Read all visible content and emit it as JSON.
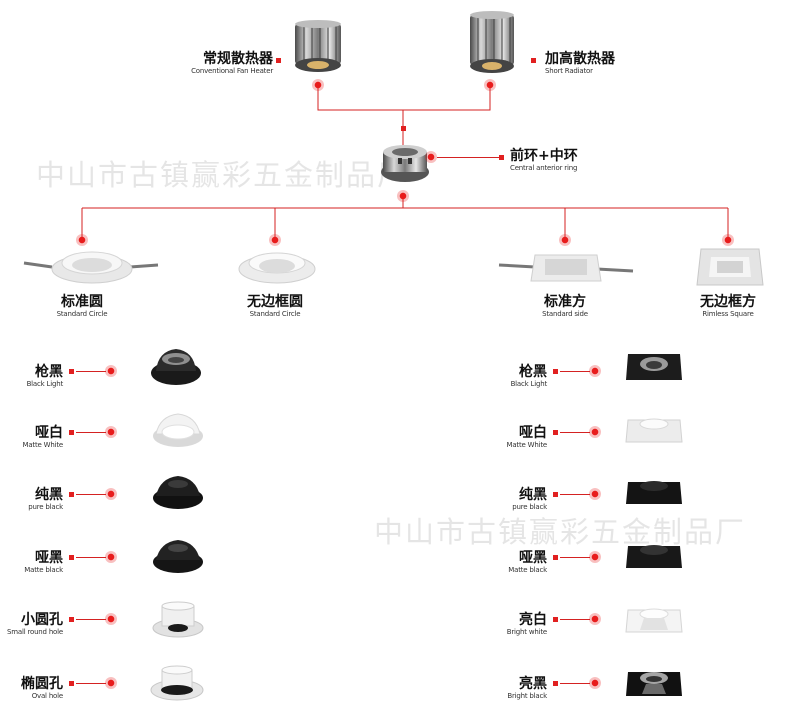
{
  "watermark": "中山市古镇赢彩五金制品厂",
  "colors": {
    "accent": "#e12020",
    "line": "#d42222",
    "text": "#111111"
  },
  "heatsinks": [
    {
      "cn": "常规散热器",
      "en": "Conventional Fan Heater"
    },
    {
      "cn": "加高散热器",
      "en": "Short Radiator"
    }
  ],
  "ring": {
    "cn": "前环+中环",
    "en": "Central anterior ring"
  },
  "trims": [
    {
      "cn": "标准圆",
      "en": "Standard Circle"
    },
    {
      "cn": "无边框圆",
      "en": "Standard Circle"
    },
    {
      "cn": "标准方",
      "en": "Standard side"
    },
    {
      "cn": "无边框方",
      "en": "Rimless Square"
    }
  ],
  "round_finishes": [
    {
      "cn": "枪黑",
      "en": "Black Light"
    },
    {
      "cn": "哑白",
      "en": "Matte White"
    },
    {
      "cn": "纯黑",
      "en": "pure black"
    },
    {
      "cn": "哑黑",
      "en": "Matte black"
    },
    {
      "cn": "小圆孔",
      "en": "Small round hole"
    },
    {
      "cn": "椭圆孔",
      "en": "Oval hole"
    }
  ],
  "square_finishes": [
    {
      "cn": "枪黑",
      "en": "Black Light"
    },
    {
      "cn": "哑白",
      "en": "Matte White"
    },
    {
      "cn": "纯黑",
      "en": "pure black"
    },
    {
      "cn": "哑黑",
      "en": "Matte black"
    },
    {
      "cn": "亮白",
      "en": "Bright white"
    },
    {
      "cn": "亮黑",
      "en": "Bright black"
    }
  ]
}
